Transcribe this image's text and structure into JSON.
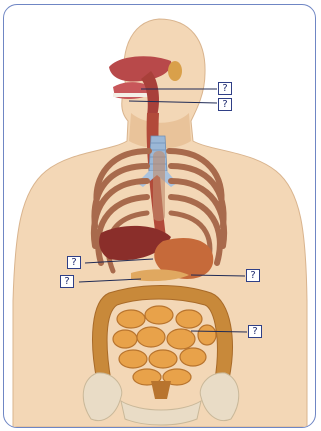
{
  "labels": [
    {
      "id": "label-1",
      "text": "?"
    },
    {
      "id": "label-2",
      "text": "?"
    },
    {
      "id": "label-3",
      "text": "?"
    },
    {
      "id": "label-4",
      "text": "?"
    },
    {
      "id": "label-5",
      "text": "?"
    },
    {
      "id": "label-6",
      "text": "?"
    }
  ],
  "colors": {
    "frame_border": "#6f86c4",
    "skin": "#f3d7b6",
    "bone": "#e9dcc6",
    "rib": "#a86a4c",
    "esophagus": "#b24a3a",
    "trachea": "#9bb7d6",
    "stomach": "#c66a3a",
    "intestine": "#e8a24a",
    "large_intestine": "#c8893a",
    "leader_line": "#1f2a55",
    "label_border": "#2f3f86"
  }
}
